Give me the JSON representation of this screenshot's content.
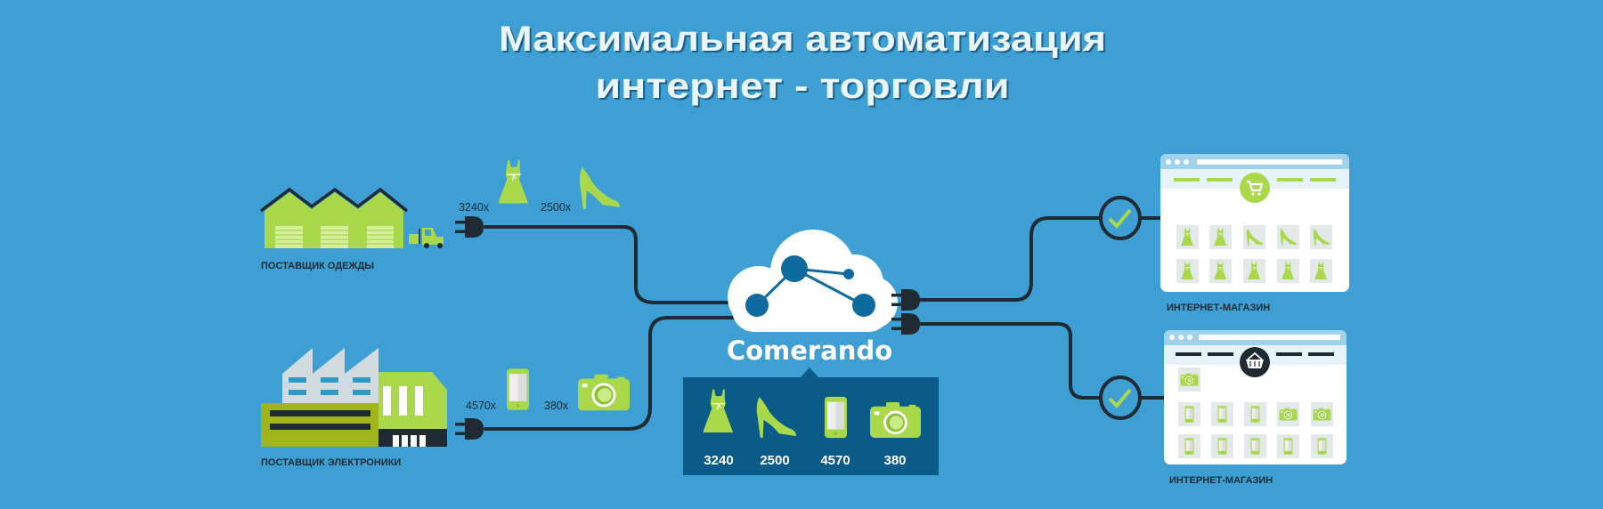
{
  "title": {
    "line1": "Максимальная автоматизация",
    "line2": "интернет - торговли"
  },
  "suppliers": [
    {
      "label": "ПОСТАВЩИК ОДЕЖДЫ",
      "items": [
        {
          "count_label": "3240x",
          "icon": "dress-icon"
        },
        {
          "count_label": "2500x",
          "icon": "high-heel-icon"
        }
      ]
    },
    {
      "label": "ПОСТАВЩИК ЭЛЕКТРОНИКИ",
      "items": [
        {
          "count_label": "4570x",
          "icon": "phone-icon"
        },
        {
          "count_label": "380x",
          "icon": "camera-icon"
        }
      ]
    }
  ],
  "hub": {
    "name": "Comerando",
    "summary": [
      {
        "icon": "dress-icon",
        "value": "3240"
      },
      {
        "icon": "high-heel-icon",
        "value": "2500"
      },
      {
        "icon": "phone-icon",
        "value": "4570"
      },
      {
        "icon": "camera-icon",
        "value": "380"
      }
    ]
  },
  "stores": [
    {
      "label": "ИНТЕРНЕТ-МАГАЗИН",
      "nav_icon": "shopping-cart-icon",
      "rows": [
        [
          "dress",
          "dress",
          "heel",
          "heel",
          "heel"
        ],
        [
          "dress",
          "dress",
          "dress",
          "dress",
          "dress"
        ]
      ]
    },
    {
      "label": "ИНТЕРНЕТ-МАГАЗИН",
      "nav_icon": "shopping-basket-icon",
      "rows": [
        [
          "camera"
        ],
        [
          "phone",
          "phone",
          "phone",
          "camera",
          "camera"
        ],
        [
          "phone",
          "phone",
          "phone",
          "phone",
          "phone"
        ]
      ]
    }
  ],
  "colors": {
    "background": "#3d9fd3",
    "accent_green": "#a9d94b",
    "wire": "#1f2a33",
    "hub_box": "#0b5b88"
  }
}
